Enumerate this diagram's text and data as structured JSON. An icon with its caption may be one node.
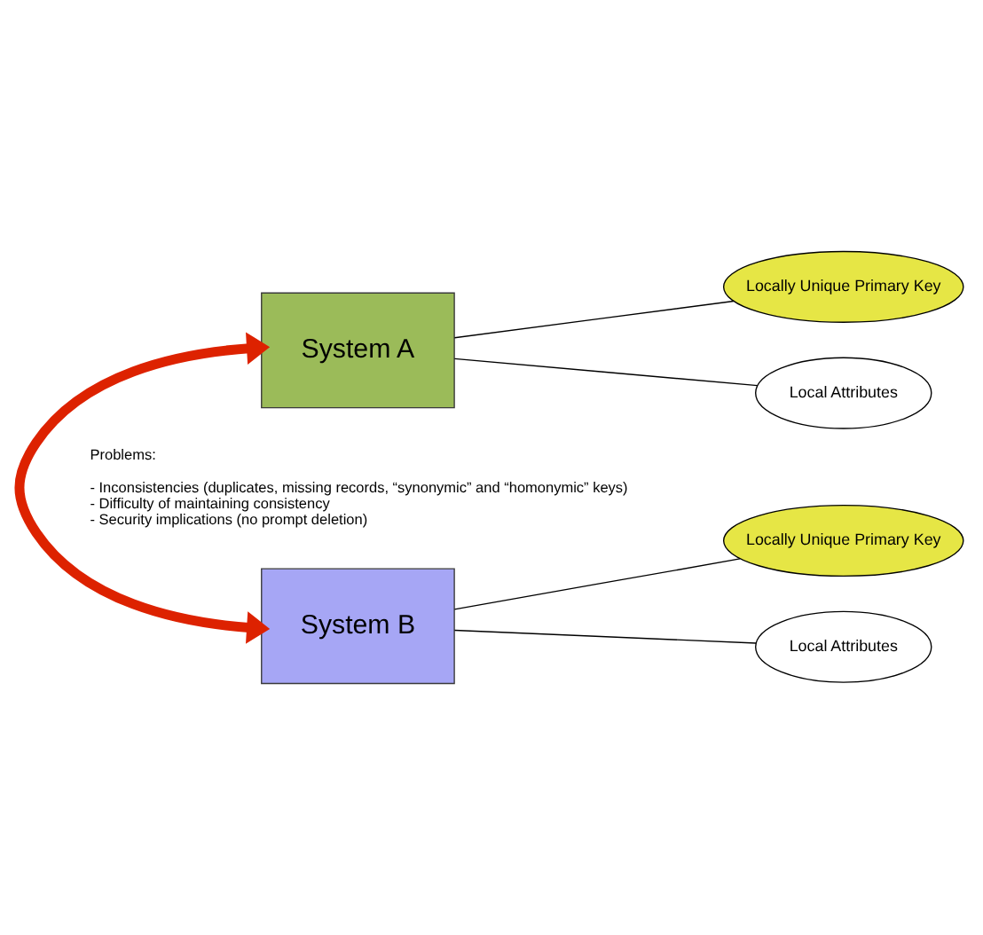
{
  "diagram": {
    "nodes": [
      {
        "text": [
          "System A"
        ]
      },
      {
        "text": [
          "Locally Unique Primary Key"
        ]
      },
      {
        "text": [
          "Local Attributes"
        ]
      },
      {
        "text": [
          "System B"
        ]
      },
      {
        "text": [
          "Locally Unique Primary Key"
        ]
      },
      {
        "text": [
          "Local Attributes"
        ]
      }
    ],
    "edges": [
      {
        "from": 0,
        "to": 1,
        "arrow": "none"
      },
      {
        "from": 0,
        "to": 2,
        "arrow": "none"
      },
      {
        "from": 0,
        "to": 3,
        "arrow": "both",
        "style": "thick",
        "color": "#dd2200"
      },
      {
        "from": 3,
        "to": 4,
        "arrow": "none"
      },
      {
        "from": 3,
        "to": 5,
        "arrow": "none"
      }
    ],
    "labels": [
      "Problems:",
      "- Inconsistencies (duplicates, missing records, “synonymic” and “homonymic” keys)",
      "- Difficulty of maintaining consistency",
      "- Security implications (no prompt deletion)"
    ]
  }
}
